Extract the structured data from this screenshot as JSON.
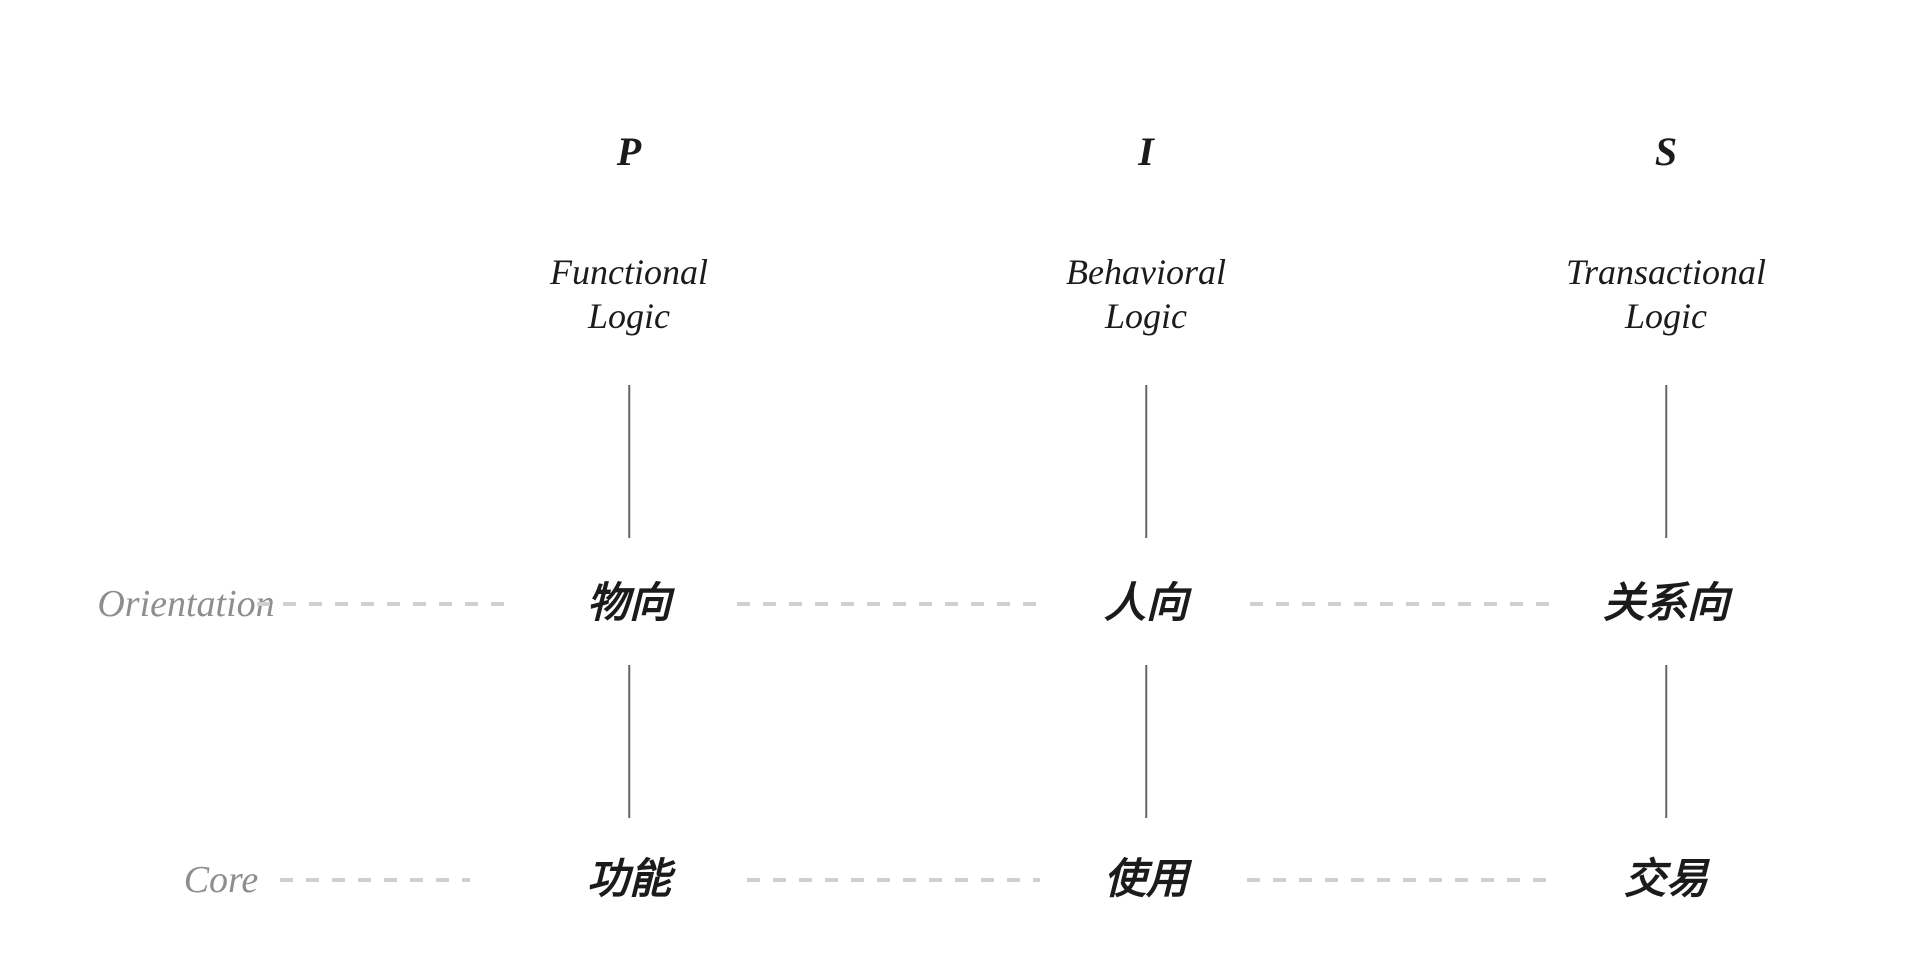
{
  "diagram": {
    "columns": [
      {
        "letter": "P",
        "subtitle_line1": "Functional",
        "subtitle_line2": "Logic",
        "orientation_term": "物向",
        "core_term": "功能"
      },
      {
        "letter": "I",
        "subtitle_line1": "Behavioral",
        "subtitle_line2": "Logic",
        "orientation_term": "人向",
        "core_term": "使用"
      },
      {
        "letter": "S",
        "subtitle_line1": "Transactional",
        "subtitle_line2": "Logic",
        "orientation_term": "关系向",
        "core_term": "交易"
      }
    ],
    "rows": [
      {
        "label": "Orientation"
      },
      {
        "label": "Core"
      }
    ],
    "colors": {
      "text": "#1b1b1b",
      "row_label": "#8e8e8e",
      "dash": "#cfcfcf",
      "connector_line": "#666666",
      "background": "#ffffff"
    }
  }
}
